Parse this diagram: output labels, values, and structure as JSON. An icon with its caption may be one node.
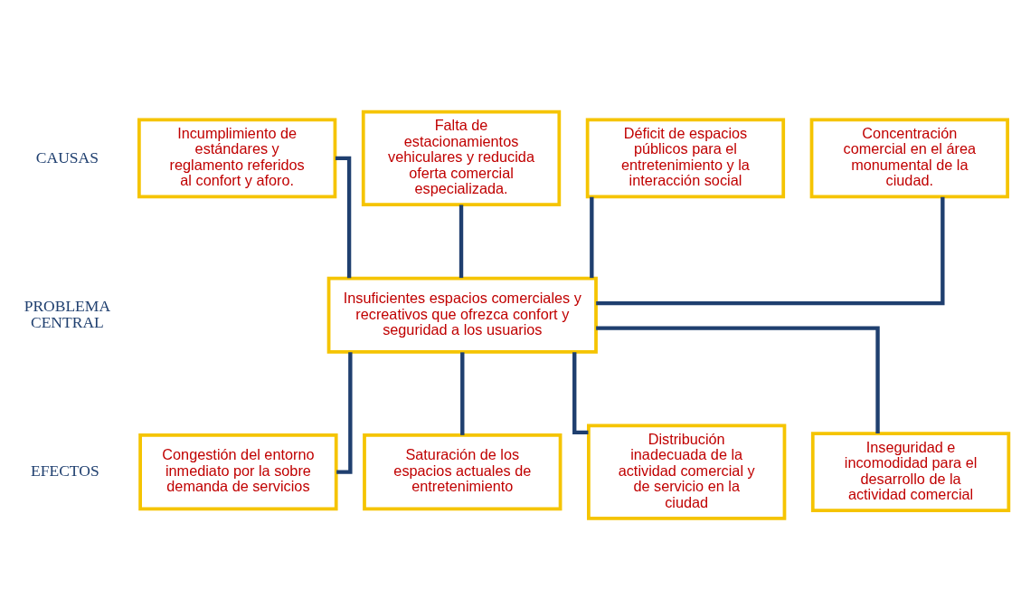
{
  "diagram": {
    "nodes": [
      {
        "text": [
          "Concentración comercial en el área monumental de la ciudad."
        ]
      },
      {
        "text": [
          "Incumplimiento de estándares y reglamento referidos al confort y aforo."
        ]
      },
      {
        "text": [
          "Falta de estacionamientos vehiculares y reducida oferta comercial especializada."
        ]
      },
      {
        "text": [
          "Déficit de espacios públicos para el entretenimiento y la interacción social"
        ]
      },
      {
        "text": [
          "Insuficientes espacios comerciales y recreativos que ofrezca confort y seguridad a los usuarios"
        ]
      },
      {
        "text": [
          "Distribución inadecuada de la actividad comercial y de servicio en la ciudad"
        ]
      },
      {
        "text": [
          "Inseguridad e incomodidad para el desarrollo de la actividad comercial"
        ]
      },
      {
        "text": [
          "Congestión del entorno inmediato por la sobre demanda de servicios"
        ]
      },
      {
        "text": [
          "Saturación de los espacios actuales de entretenimiento"
        ]
      }
    ],
    "edges": [
      {
        "from": 0,
        "to": 4,
        "arrow": "none"
      },
      {
        "from": 1,
        "to": 4,
        "arrow": "none"
      },
      {
        "from": 2,
        "to": 4,
        "arrow": "none"
      },
      {
        "from": 3,
        "to": 4,
        "arrow": "none"
      },
      {
        "from": 4,
        "to": 5,
        "arrow": "none"
      },
      {
        "from": 4,
        "to": 6,
        "arrow": "none"
      },
      {
        "from": 4,
        "to": 7,
        "arrow": "none"
      },
      {
        "from": 4,
        "to": 8,
        "arrow": "none"
      }
    ],
    "labels": [
      "CAUSAS",
      "PROBLEMA CENTRAL",
      "EFECTOS"
    ]
  }
}
